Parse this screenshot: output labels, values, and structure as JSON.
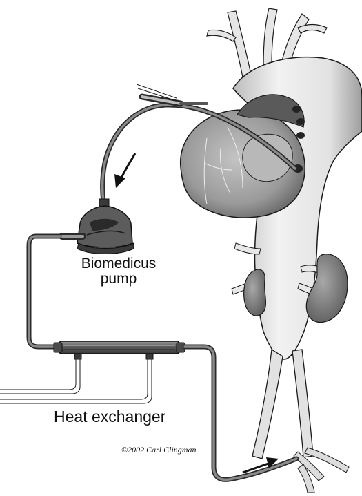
{
  "labels": {
    "pump_line1": "Biomedicus",
    "pump_line2": "pump",
    "heat_exchanger": "Heat exchanger",
    "credit": "©2002 Carl Clingman"
  },
  "colors": {
    "tubing": "#6e6e6e",
    "tubing_highlight": "#bdbdbd",
    "outline": "#1a1a1a",
    "heart": "#9a9a9a",
    "aorta": "#dcdcdc",
    "kidney": "#7c7c7c",
    "background": "#ffffff"
  },
  "icons": {
    "flow_arrow_1": "curved-arrow-down-left",
    "flow_arrow_2": "arrow-up-right"
  }
}
